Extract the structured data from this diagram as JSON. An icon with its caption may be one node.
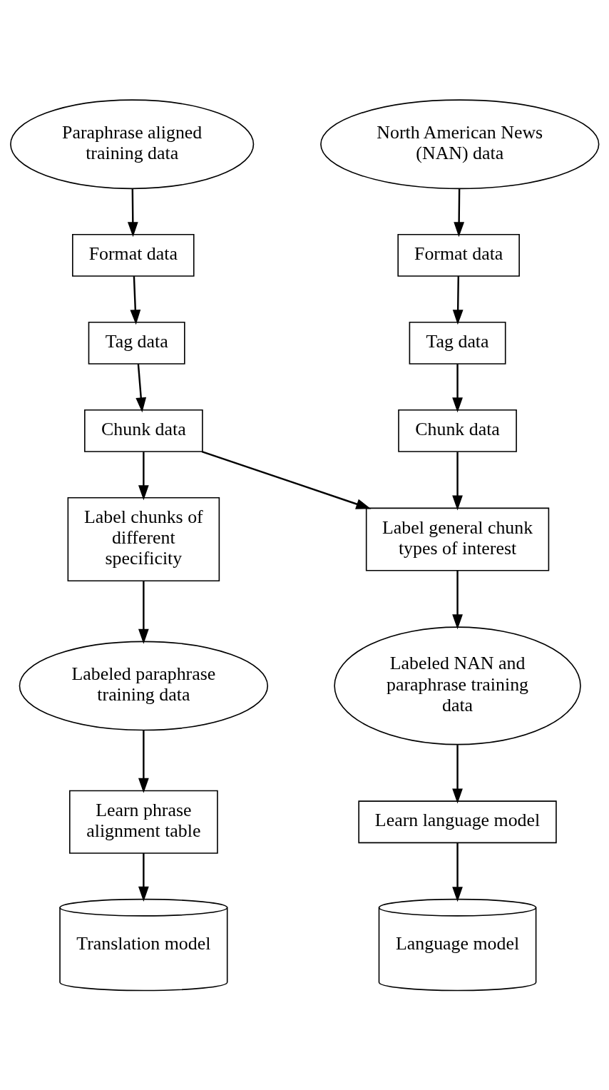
{
  "diagram": {
    "nodes": [
      {
        "text": [
          "Paraphrase aligned training data"
        ]
      },
      {
        "text": [
          "North American News (NAN) data"
        ]
      },
      {
        "text": [
          "Format data"
        ]
      },
      {
        "text": [
          "Format data"
        ]
      },
      {
        "text": [
          "Tag data"
        ]
      },
      {
        "text": [
          "Tag data"
        ]
      },
      {
        "text": [
          "Chunk data"
        ]
      },
      {
        "text": [
          "Chunk data"
        ]
      },
      {
        "text": [
          "Label chunks of different specificity"
        ]
      },
      {
        "text": [
          "Label general chunk types of interest"
        ]
      },
      {
        "text": [
          "Labeled paraphrase training data"
        ]
      },
      {
        "text": [
          "Labeled NAN and paraphrase training data"
        ]
      },
      {
        "text": [
          "Learn phrase alignment table"
        ]
      },
      {
        "text": [
          "Learn language model"
        ]
      },
      {
        "text": [
          "Translation model"
        ]
      },
      {
        "text": [
          "Language model"
        ]
      }
    ],
    "edges": [
      {
        "from": 0,
        "to": 2,
        "arrow": "to"
      },
      {
        "from": 2,
        "to": 4,
        "arrow": "to"
      },
      {
        "from": 4,
        "to": 6,
        "arrow": "to"
      },
      {
        "from": 6,
        "to": 8,
        "arrow": "to"
      },
      {
        "from": 6,
        "to": 9,
        "arrow": "to"
      },
      {
        "from": 1,
        "to": 3,
        "arrow": "to"
      },
      {
        "from": 3,
        "to": 5,
        "arrow": "to"
      },
      {
        "from": 5,
        "to": 7,
        "arrow": "to"
      },
      {
        "from": 7,
        "to": 9,
        "arrow": "to"
      },
      {
        "from": 8,
        "to": 10,
        "arrow": "to"
      },
      {
        "from": 9,
        "to": 11,
        "arrow": "to"
      },
      {
        "from": 10,
        "to": 12,
        "arrow": "to"
      },
      {
        "from": 11,
        "to": 13,
        "arrow": "to"
      },
      {
        "from": 12,
        "to": 14,
        "arrow": "to"
      },
      {
        "from": 13,
        "to": 15,
        "arrow": "to"
      }
    ]
  }
}
